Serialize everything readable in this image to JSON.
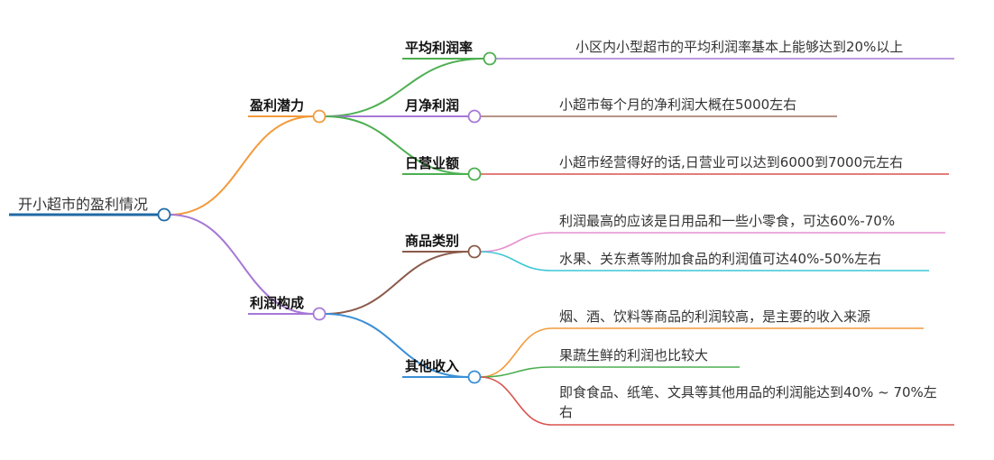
{
  "root": {
    "label": "开小超市的盈利情况",
    "color": "#1f6aa5"
  },
  "branches": [
    {
      "label": "盈利潜力",
      "color": "#f39a3a",
      "children": [
        {
          "label": "平均利润率",
          "color": "#4caf50",
          "leaves": [
            {
              "text": "小区内小型超市的平均利润率基本上能够达到20%以上",
              "color": "#a678d6"
            }
          ]
        },
        {
          "label": "月净利润",
          "color": "#a678d6",
          "leaves": [
            {
              "text": "小超市每个月的净利润大概在5000左右",
              "color": "#a07060"
            }
          ]
        },
        {
          "label": "日营业额",
          "color": "#4caf50",
          "leaves": [
            {
              "text": "小超市经营得好的话,日营业可以达到6000到7000元左右",
              "color": "#d9534f"
            }
          ]
        }
      ]
    },
    {
      "label": "利润构成",
      "color": "#a678d6",
      "children": [
        {
          "label": "商品类别",
          "color": "#8a5a4a",
          "leaves": [
            {
              "text": "利润最高的应该是日用品和一些小零食，可达60%-70%",
              "color": "#e58fd0"
            },
            {
              "text": "水果、关东煮等附加食品的利润值可达40%-50%左右",
              "color": "#3cc6d8"
            }
          ]
        },
        {
          "label": "其他收入",
          "color": "#3a8fd6",
          "leaves": [
            {
              "text": "烟、酒、饮料等商品的利润较高，是主要的收入来源",
              "color": "#f39a3a"
            },
            {
              "text": "果蔬生鲜的利润也比较大",
              "color": "#4caf50"
            },
            {
              "text": "即食食品、纸笔、文具等其他用品的利润能达到40% ~ 70%左右",
              "color": "#d9534f"
            }
          ]
        }
      ]
    }
  ]
}
